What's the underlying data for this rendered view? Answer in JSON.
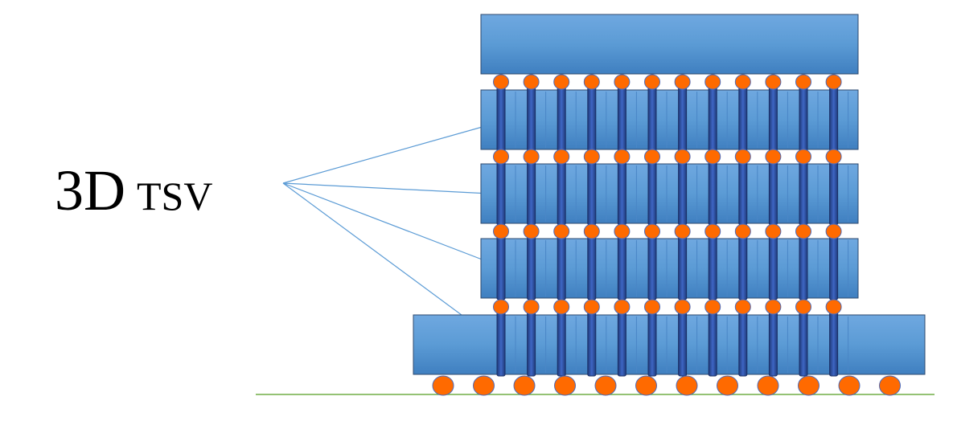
{
  "label": {
    "main": "3D",
    "small": "TSV"
  },
  "stack": {
    "die_count": 4,
    "tsv_per_layer": 12,
    "substrate_bumps": 12
  },
  "colors": {
    "die_fill": "#5b9bd5",
    "die_edge": "#2f4a6e",
    "tsv_fill": "#2f4f9a",
    "bump_fill": "#ff6a00",
    "bump_edge": "#4e6ab8",
    "leader_line": "#5b9bd5",
    "ground_line": "#70ad47"
  }
}
